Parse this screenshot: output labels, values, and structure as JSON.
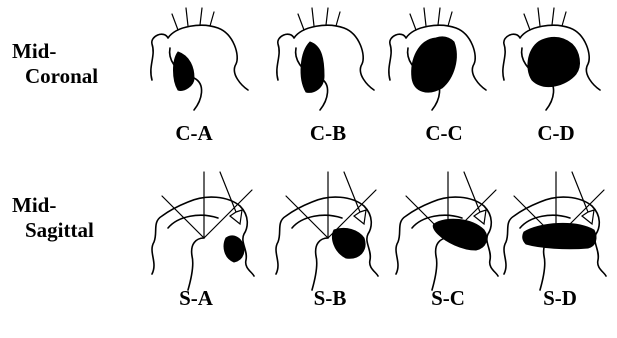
{
  "rows": {
    "coronal": {
      "label_line1": "Mid-",
      "label_line2": "Coronal"
    },
    "sagittal": {
      "label_line1": "Mid-",
      "label_line2": "Sagittal"
    }
  },
  "coronal_panels": [
    {
      "caption": "C-A"
    },
    {
      "caption": "C-B"
    },
    {
      "caption": "C-C"
    },
    {
      "caption": "C-D"
    }
  ],
  "sagittal_panels": [
    {
      "caption": "S-A"
    },
    {
      "caption": "S-B"
    },
    {
      "caption": "S-C"
    },
    {
      "caption": "S-D"
    }
  ],
  "colors": {
    "ink": "#000000",
    "background": "#ffffff"
  }
}
